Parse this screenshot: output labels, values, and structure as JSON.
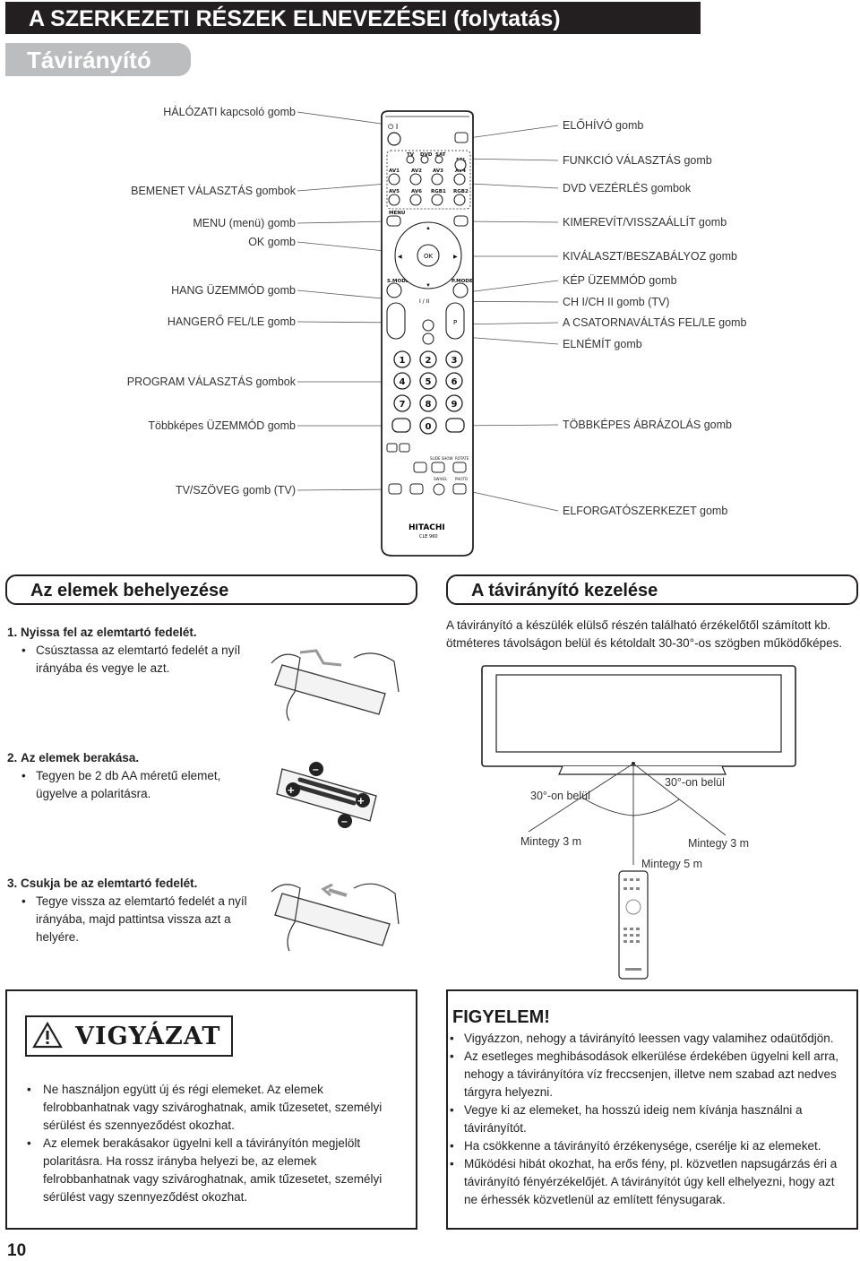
{
  "header": {
    "title": "A SZERKEZETI RÉSZEK ELNEVEZÉSEI (folytatás)",
    "subtitle": "Távirányító"
  },
  "remote": {
    "left_labels": [
      "HÁLÓZATI kapcsoló gomb",
      "BEMENET VÁLASZTÁS gombok",
      "MENU (menü) gomb",
      "OK gomb",
      "HANG ÜZEMMÓD gomb",
      "HANGERŐ FEL/LE gomb",
      "PROGRAM VÁLASZTÁS gombok",
      "Többképes ÜZEMMÓD gomb",
      "TV/SZÖVEG gomb (TV)"
    ],
    "right_labels": [
      "ELŐHÍVÓ gomb",
      "FUNKCIÓ VÁLASZTÁS gomb",
      "DVD VEZÉRLÉS gombok",
      "KIMEREVÍT/VISSZAÁLLÍT gomb",
      "KIVÁLASZT/BESZABÁLYOZ gomb",
      "KÉP ÜZEMMÓD gomb",
      "CH I/CH II gomb (TV)",
      "A CSATORNAVÁLTÁS FEL/LE gomb",
      "ELNÉMÍT gomb",
      "TÖBBKÉPES ÁBRÁZOLÁS gomb",
      "ELFORGATÓSZERKEZET gomb"
    ],
    "keys": {
      "func": [
        "TV",
        "DVD",
        "SAT"
      ],
      "sel": "SEL",
      "av_row1": [
        "AV1",
        "AV2",
        "AV3",
        "AV4"
      ],
      "av_row2": [
        "AV5",
        "AV6",
        "RGB1",
        "RGB2"
      ],
      "menu": "MENU",
      "ok": "OK",
      "smode": "S.MODE",
      "pmode": "P.MODE",
      "ch": "I / II",
      "p": "P",
      "digits": [
        "1",
        "2",
        "3",
        "4",
        "5",
        "6",
        "7",
        "8",
        "9",
        "0"
      ],
      "slide_show": "SLIDE SHOW",
      "rotate": "ROTATE",
      "swivel": "SWIVEL",
      "photo": "PHOTO",
      "brand": "HITACHI",
      "model": "CLE 960"
    }
  },
  "batteries": {
    "heading": "Az elemek behelyezése",
    "steps": [
      {
        "num": "1.",
        "title": "Nyissa fel az elemtartó fedelét.",
        "text": "Csúsztassa az elemtartó fedelét a nyíl irányába és vegye le azt."
      },
      {
        "num": "2.",
        "title": "Az elemek berakása.",
        "text": "Tegyen be 2 db AA méretű elemet, ügyelve a polaritásra."
      },
      {
        "num": "3.",
        "title": "Csukja be az elemtartó fedelét.",
        "text": "Tegye vissza az elemtartó fedelét a nyíl irányába, majd pattintsa vissza azt a helyére."
      }
    ]
  },
  "handling": {
    "heading": "A távirányító kezelése",
    "line1": "A távirányító a készülék elülső részén található érzékelőtől számított kb.",
    "line2": "ötméteres távolságon belül és kétoldalt 30-30°-os szögben működőképes.",
    "angle_left": "30°-on belül",
    "angle_right": "30°-on belül",
    "dist_left": "Mintegy 3 m",
    "dist_right": "Mintegy 3 m",
    "dist_center": "Mintegy 5 m"
  },
  "warning": {
    "title": "VIGYÁZAT",
    "items": [
      "Ne használjon együtt új és régi elemeket. Az elemek felrobbanhatnak vagy szivároghatnak, amik tűzesetet, személyi sérülést és szennyeződést okozhat.",
      "Az elemek berakásakor ügyelni kell a távirányítón megjelölt polaritásra. Ha rossz irányba helyezi be, az elemek felrobbanhatnak vagy szivároghatnak, amik tűzesetet, személyi sérülést vagy szennyeződést okozhat."
    ]
  },
  "notice": {
    "title": "FIGYELEM!",
    "items": [
      "Vigyázzon, nehogy a távirányító leessen vagy valamihez odaütődjön.",
      "Az esetleges meghibásodások elkerülése érdekében ügyelni kell arra, nehogy a távirányítóra víz freccsenjen, illetve nem szabad azt nedves tárgyra helyezni.",
      "Vegye ki az elemeket, ha hosszú ideig nem kívánja használni a távirányítót.",
      "Ha csökkenne a távirányító érzékenysége, cserélje ki az elemeket.",
      "Működési hibát okozhat, ha erős fény, pl. közvetlen napsugárzás éri a távirányító fényérzékelőjét. A távirányítót úgy kell elhelyezni, hogy azt ne érhessék közvetlenül az említett fénysugarak."
    ]
  },
  "footer": {
    "page": "10"
  }
}
